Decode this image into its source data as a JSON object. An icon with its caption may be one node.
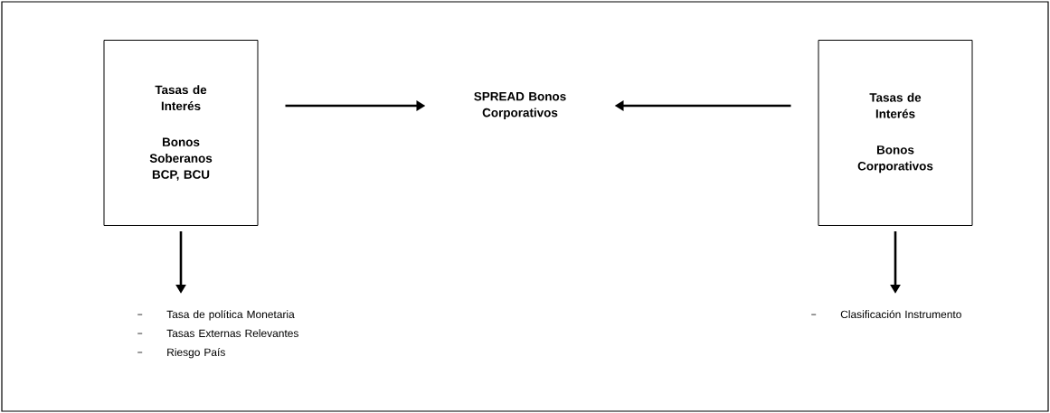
{
  "diagram": {
    "nodes": [
      {
        "text": [
          "Tasas de Interés",
          "Bonos Soberanos BCP, BCU"
        ]
      },
      {
        "text": [
          "SPREAD Bonos Corporativos"
        ]
      },
      {
        "text": [
          "Tasas de Interés",
          "Bonos Corporativos"
        ]
      },
      {
        "text": [
          "Tasa de política Monetaria",
          "Tasas Externas Relevantes",
          "Riesgo País"
        ]
      },
      {
        "text": [
          "Clasificación Instrumento"
        ]
      }
    ],
    "edges": [
      {
        "from": 0,
        "to": 1,
        "arrow": "to"
      },
      {
        "from": 2,
        "to": 1,
        "arrow": "to"
      },
      {
        "from": 0,
        "to": 3,
        "arrow": "to"
      },
      {
        "from": 2,
        "to": 4,
        "arrow": "to"
      }
    ]
  }
}
